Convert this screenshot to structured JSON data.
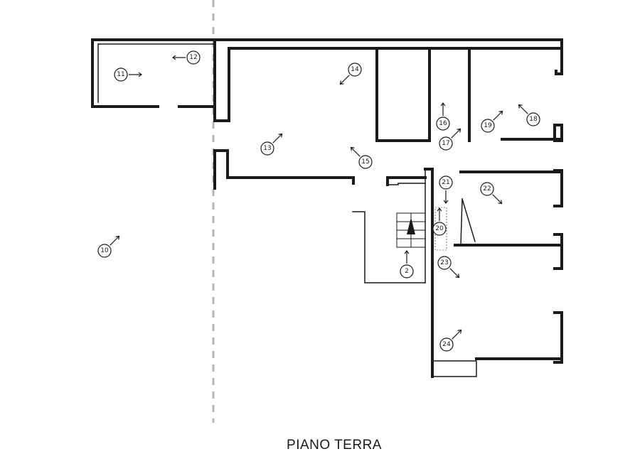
{
  "caption": "PIANO TERRA",
  "markers": [
    {
      "label": "10",
      "arrow": "ne"
    },
    {
      "label": "11",
      "arrow": "e"
    },
    {
      "label": "12",
      "arrow": "w"
    },
    {
      "label": "13",
      "arrow": "ne"
    },
    {
      "label": "14",
      "arrow": "sw"
    },
    {
      "label": "15",
      "arrow": "nw"
    },
    {
      "label": "16",
      "arrow": "n"
    },
    {
      "label": "17",
      "arrow": "ne"
    },
    {
      "label": "18",
      "arrow": "nw"
    },
    {
      "label": "19",
      "arrow": "ne"
    },
    {
      "label": "20",
      "arrow": "n"
    },
    {
      "label": "21",
      "arrow": "s"
    },
    {
      "label": "22",
      "arrow": "se"
    },
    {
      "label": "23",
      "arrow": "se"
    },
    {
      "label": "24",
      "arrow": "ne"
    },
    {
      "label": "2",
      "arrow": "n"
    }
  ]
}
